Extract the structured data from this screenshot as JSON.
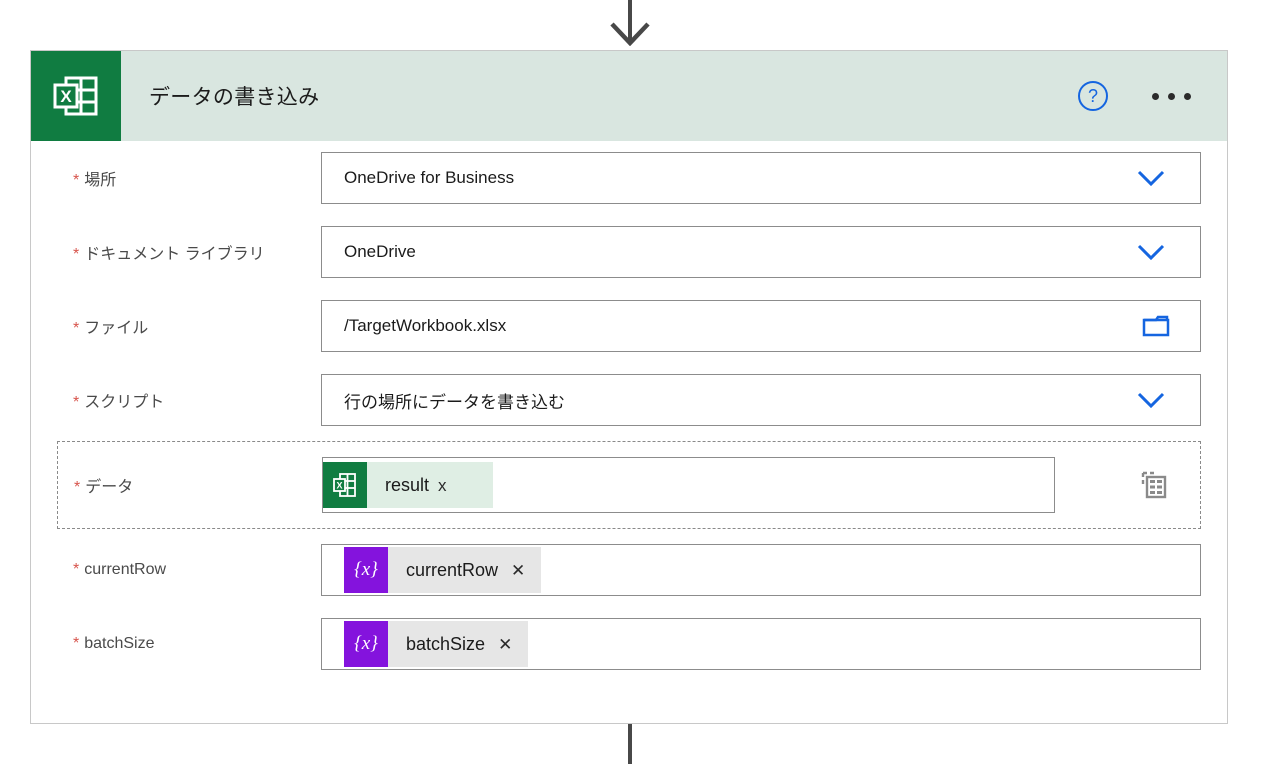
{
  "connectors": {
    "top_arrow_icon": "arrow-down-icon",
    "bottom_line_icon": "connector-line-icon"
  },
  "card": {
    "header": {
      "app_icon": "excel-icon",
      "title": "データの書き込み",
      "help_icon": "help-circle-icon",
      "help_glyph": "?",
      "more_icon": "more-horizontal-icon",
      "background_color": "#d9e6e0",
      "icon_color": "#107c41"
    },
    "fields": [
      {
        "label": "場所",
        "required_marker": "*",
        "value": "OneDrive for Business",
        "control": "dropdown",
        "trailing_icon": "chevron-down-icon"
      },
      {
        "label": "ドキュメント ライブラリ",
        "required_marker": "*",
        "value": "OneDrive",
        "control": "dropdown",
        "trailing_icon": "chevron-down-icon"
      },
      {
        "label": "ファイル",
        "required_marker": "*",
        "value": "/TargetWorkbook.xlsx",
        "control": "file-picker",
        "trailing_icon": "folder-icon"
      },
      {
        "label": "スクリプト",
        "required_marker": "*",
        "value": "行の場所にデータを書き込む",
        "control": "dropdown",
        "trailing_icon": "chevron-down-icon"
      }
    ],
    "data_field": {
      "label": "データ",
      "required_marker": "*",
      "token": {
        "icon": "excel-icon",
        "text": "result",
        "remove_glyph": "x",
        "chip_color": "#dfeee4",
        "icon_color": "#107c41"
      },
      "array_toggle_icon": "switch-to-table-view-icon"
    },
    "parameter_fields": [
      {
        "label": "currentRow",
        "required_marker": "*",
        "token": {
          "icon": "variable-icon",
          "icon_glyph": "{x}",
          "text": "currentRow",
          "remove_glyph": "✕",
          "chip_color": "#e6e6e6",
          "icon_color": "#8413dd"
        }
      },
      {
        "label": "batchSize",
        "required_marker": "*",
        "token": {
          "icon": "variable-icon",
          "icon_glyph": "{x}",
          "text": "batchSize",
          "remove_glyph": "✕",
          "chip_color": "#e6e6e6",
          "icon_color": "#8413dd"
        }
      }
    ]
  },
  "colors": {
    "required_asterisk": "#d7544c",
    "accent_blue": "#1565e0",
    "border_gray": "#8c8c8c",
    "card_border": "#c8c8c8",
    "connector": "#484848"
  }
}
